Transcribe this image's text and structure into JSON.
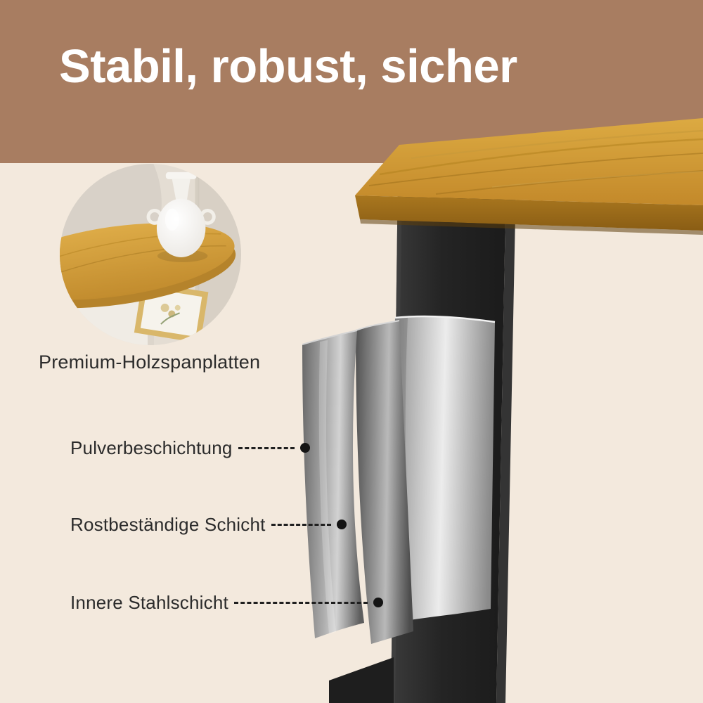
{
  "page": {
    "title": "Stabil, robust, sicher"
  },
  "inset": {
    "caption": "Premium-Holzspanplatten",
    "depicts": "wooden-table-corner-with-white-vase-photo"
  },
  "annotations": [
    {
      "label": "Pulverbeschichtung"
    },
    {
      "label": "Rostbeständige Schicht"
    },
    {
      "label": "Innere Stahlschicht"
    }
  ],
  "colors": {
    "banner": "#a87d61",
    "background": "#f3e9dd",
    "title": "#ffffff",
    "text": "#2b2b2b",
    "wood": "#d2a13c",
    "wood-edge": "#9a6c1c",
    "leg": "#262626",
    "metal-light": "#e6e6e6",
    "metal-mid": "#9a9a9a",
    "metal-dark": "#565656"
  }
}
